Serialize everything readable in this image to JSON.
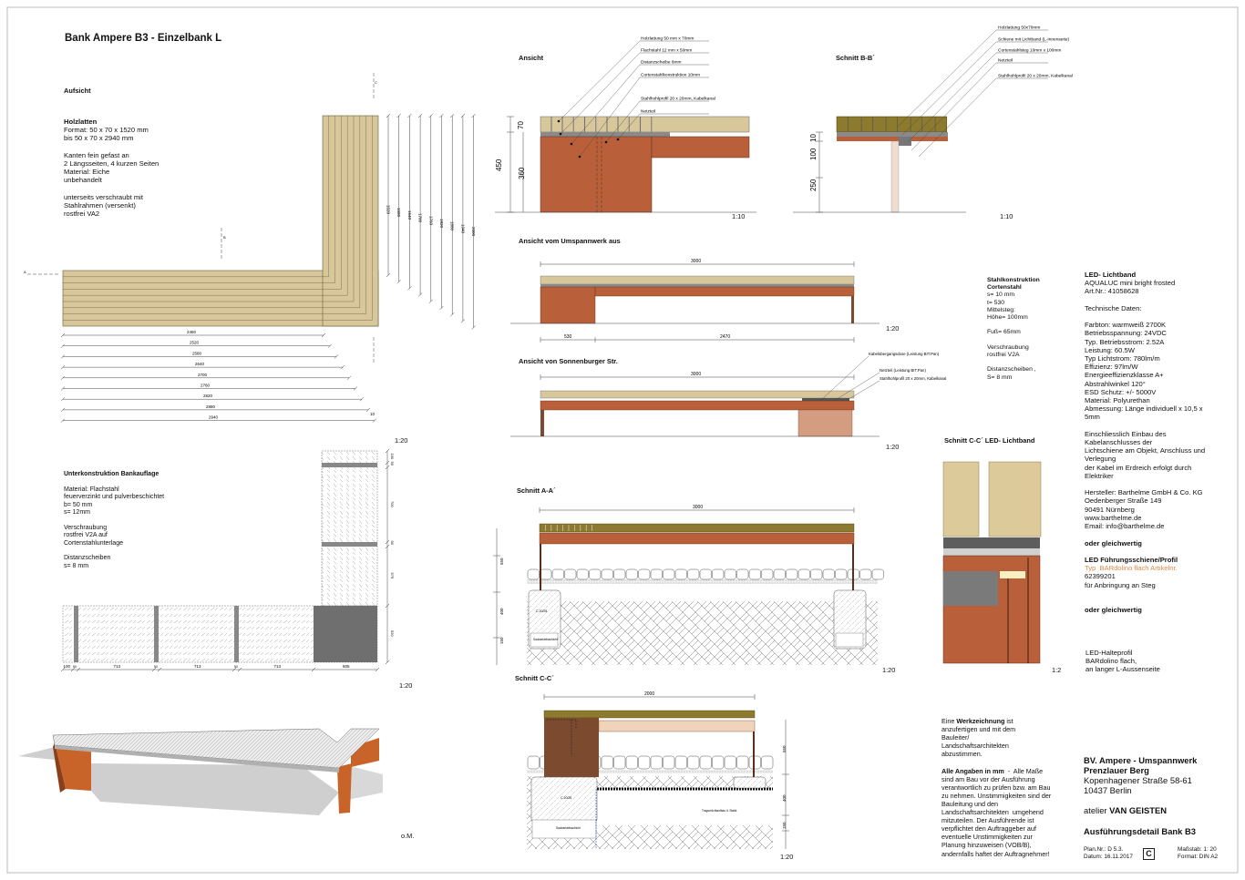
{
  "title": "Bank Ampere B3 - Einzelbank L",
  "aufsicht": {
    "heading": "Aufsicht",
    "holz_title": "Holzlatten",
    "holz_lines": [
      "Format: 50 x 70 x 1520 mm",
      "bis 50 x 70 x 2940 mm"
    ],
    "kanten_lines": [
      "Kanten fein gefast an",
      "2 Längsseiten, 4 kurzen Seiten",
      "Material: Eiche",
      "unbehandelt"
    ],
    "unterseits_lines": [
      "unterseits verschraubt mit",
      "Stahlrahmen (versenkt)",
      "rostfrei VA2"
    ],
    "horizontal_dims": [
      "2460",
      "2520",
      "2580",
      "2640",
      "2700",
      "2760",
      "2820",
      "2880",
      "2940"
    ],
    "vertical_dims": [
      "1520",
      "1580",
      "1640",
      "1700",
      "1760",
      "1820",
      "1880",
      "1940",
      "2000"
    ],
    "end_dim": "10",
    "section_marks": [
      "A",
      "B",
      "C"
    ],
    "scale": "1:20"
  },
  "unterkonstruktion": {
    "heading": "Unterkonstruktion Bankauflage",
    "material_lines": [
      "Material: Flachstahl",
      "feuerverzinkt und pulverbeschichtet",
      "b= 50 mm",
      "s= 12mm"
    ],
    "verschraubung_lines": [
      "Verschraubung",
      "rostfrei V2A auf",
      "Cortenstahlunterlage"
    ],
    "distanz_lines": [
      "Distanzscheiben",
      "s= 8 mm"
    ],
    "bottom_dims": [
      "100",
      "50",
      "713",
      "50",
      "713",
      "50",
      "713",
      "605"
    ],
    "side_dims": [
      "50",
      "100",
      "700",
      "50",
      "575",
      "520"
    ],
    "scale": "1:20"
  },
  "perspective": {
    "scale": "o.M."
  },
  "ansicht": {
    "heading": "Ansicht",
    "labels": [
      "Holzlattung 50 mm x  70mm",
      "Flachstahl 12 mm x  50mm",
      "Distanzscheibe 8mm",
      "Cortenstahlkonstruktion 10mm",
      "Stahlhohlprofil 20 x 20mm, Kabelkanal",
      "Netzteil"
    ],
    "dims": [
      "70",
      "450",
      "360"
    ],
    "scale": "1:10"
  },
  "schnitt_bb": {
    "heading": "Schnitt B-B´",
    "labels": [
      "Holzlattung 50x70mm",
      "Schiene mit Lichtband (L-Innenseite)",
      "Cortenstahlsteg 10mm x  100mm",
      "Netzteil",
      "Stahlhohlprofil 20 x  20mm, Kabelkanal"
    ],
    "dims": [
      "10",
      "100",
      "250"
    ],
    "scale": "1:10"
  },
  "umspannwerk": {
    "heading": "Ansicht vom Umspannwerk aus",
    "dims": [
      "3000",
      "530",
      "2470"
    ],
    "scale": "1:20"
  },
  "sonnenburger": {
    "heading": "Ansicht von Sonnenburger Str.",
    "dim": "3000",
    "labels": [
      "Kabelübergangsdose (Leistung BIT.Pan)",
      "Netzteil (Leistung BIT.Pan)",
      "Stahlhohlprofil 20 x  20mm, Kabelkanal"
    ],
    "scale": "1:20"
  },
  "schnitt_aa": {
    "heading": "Schnitt A-A´",
    "dim": "3000",
    "side_dims": [
      "550",
      "400",
      "150"
    ],
    "concrete": "C 20/25",
    "gravel": "Saubarkeitsschicht",
    "scale": "1:20"
  },
  "schnitt_cc": {
    "heading": "Schnitt C-C´",
    "dim": "2000",
    "side_dims": [
      "550",
      "400",
      "150"
    ],
    "concrete": "C 20/25",
    "gravel": "Saubarkeitsschicht",
    "soil": "Tragschichtaufbau lt. Statik",
    "scale": "1:20"
  },
  "stahl": {
    "title_lines": [
      "Stahlkonstruktion",
      "Cortenstahl"
    ],
    "lines1": [
      "s= 10 mm",
      "t= 530",
      "Mittelsteg:",
      "Höhe= 100mm"
    ],
    "fuss": "Fuß= 65mm",
    "lines2": [
      "Verschraubung",
      "rostfrei V2A"
    ],
    "lines3": [
      "Distanzscheiben ,",
      "S= 8 mm"
    ]
  },
  "led_detail": {
    "heading": "Schnitt C-C´ LED- Lichtband",
    "scale": "1:2"
  },
  "led": {
    "title": "LED- Lichtband",
    "product_lines": [
      "AQUALUC mini bright frosted",
      "Art.Nr.: 41058628"
    ],
    "tech_heading": "Technische Daten:",
    "tech_lines": [
      "Farbton: warmweiß 2700K",
      "Betriebsspannung: 24VDC",
      "Typ. Betriebsstrom: 2.52A",
      "Leistung: 60.5W",
      "Typ Lichtstrom: 780lm/m",
      "Effizienz: 97lm/W",
      "Energieeffizienzklasse A+",
      "Abstrahlwinkel 120°",
      "ESD Schutz: +/- 5000V",
      "Material: Polyurethan",
      "Abmessung: Länge individuell x 10,5 x",
      "5mm"
    ],
    "install_lines": [
      "Einschliesslich Einbau des",
      "Kabelanschlusses der",
      "Lichtschiene am Objekt, Anschluss und",
      "Verlegung",
      "der Kabel im Erdreich erfolgt durch",
      "Elektriker"
    ],
    "maker_lines": [
      "Hersteller: Barthelme GmbH & Co. KG",
      "Oedenberger Straße 149",
      "90491 Nürnberg",
      "www.barthelme.de",
      "Email: info@barthelme.de"
    ],
    "equiv1": "oder gleichwertig",
    "profile_title": "LED Führungsschiene/Profil",
    "profile_type": "Typ  BARdolino flach Artikelnr.",
    "profile_lines": [
      "62399201",
      "für Anbringung an Steg"
    ],
    "equiv2": "oder gleichwertig",
    "holder_lines": [
      "LED-Halteprofil",
      "BARdolino flach,",
      "an langer L-Aussenseite"
    ]
  },
  "notes": {
    "werk_pre": "Eine ",
    "werk_bold": "Werkzeichnung",
    "werk_post": " ist",
    "werk_lines": [
      "anzufertigen und mit dem",
      "Bauleiter/",
      "Landschaftsarchitekten",
      "abzustimmen."
    ],
    "angaben_bold": "Alle Angaben in mm",
    "angaben_first": "  -  Alle Maße",
    "angaben_lines": [
      "sind am Bau vor der Ausführung",
      "verantwortlich zu prüfen bzw. am Bau",
      "zu nehmen. Unstimmigkeiten sind der",
      "Bauleitung und den",
      "Landschaftsarchitekten  umgehend",
      "mitzuteilen. Der Ausführende ist",
      "verpflichtet den Auftraggeber auf",
      "eventuelle Unstimmigkeiten zur",
      "Planung hinzuweisen (VOB/B),",
      "andernfalls haftet der Auftragnehmer!"
    ]
  },
  "titleblock": {
    "project_lines": [
      "BV. Ampere - Umspannwerk",
      "Prenzlauer Berg"
    ],
    "address_lines": [
      "Kopenhagener Straße 58-61",
      "10437 Berlin"
    ],
    "office_pre": "atelier ",
    "office_bold": "VAN GEISTEN",
    "drawing": "Ausführungsdetail Bank B3",
    "plan_nr": "Plan.Nr.: D 5.3.",
    "datum": "Datum: 16.11.2017",
    "revision": "C",
    "massstab": "Maßstab: 1: 20",
    "format": "Format: DIN A2"
  },
  "colors": {
    "wood": "#d8c79b",
    "wood_section": "#8c7a2e",
    "corten": "#b9603a",
    "corten_dark": "#7b4a2f",
    "pink": "#d49c80",
    "steel": "#8a8a8a",
    "orange_text": "#e08a4a"
  }
}
